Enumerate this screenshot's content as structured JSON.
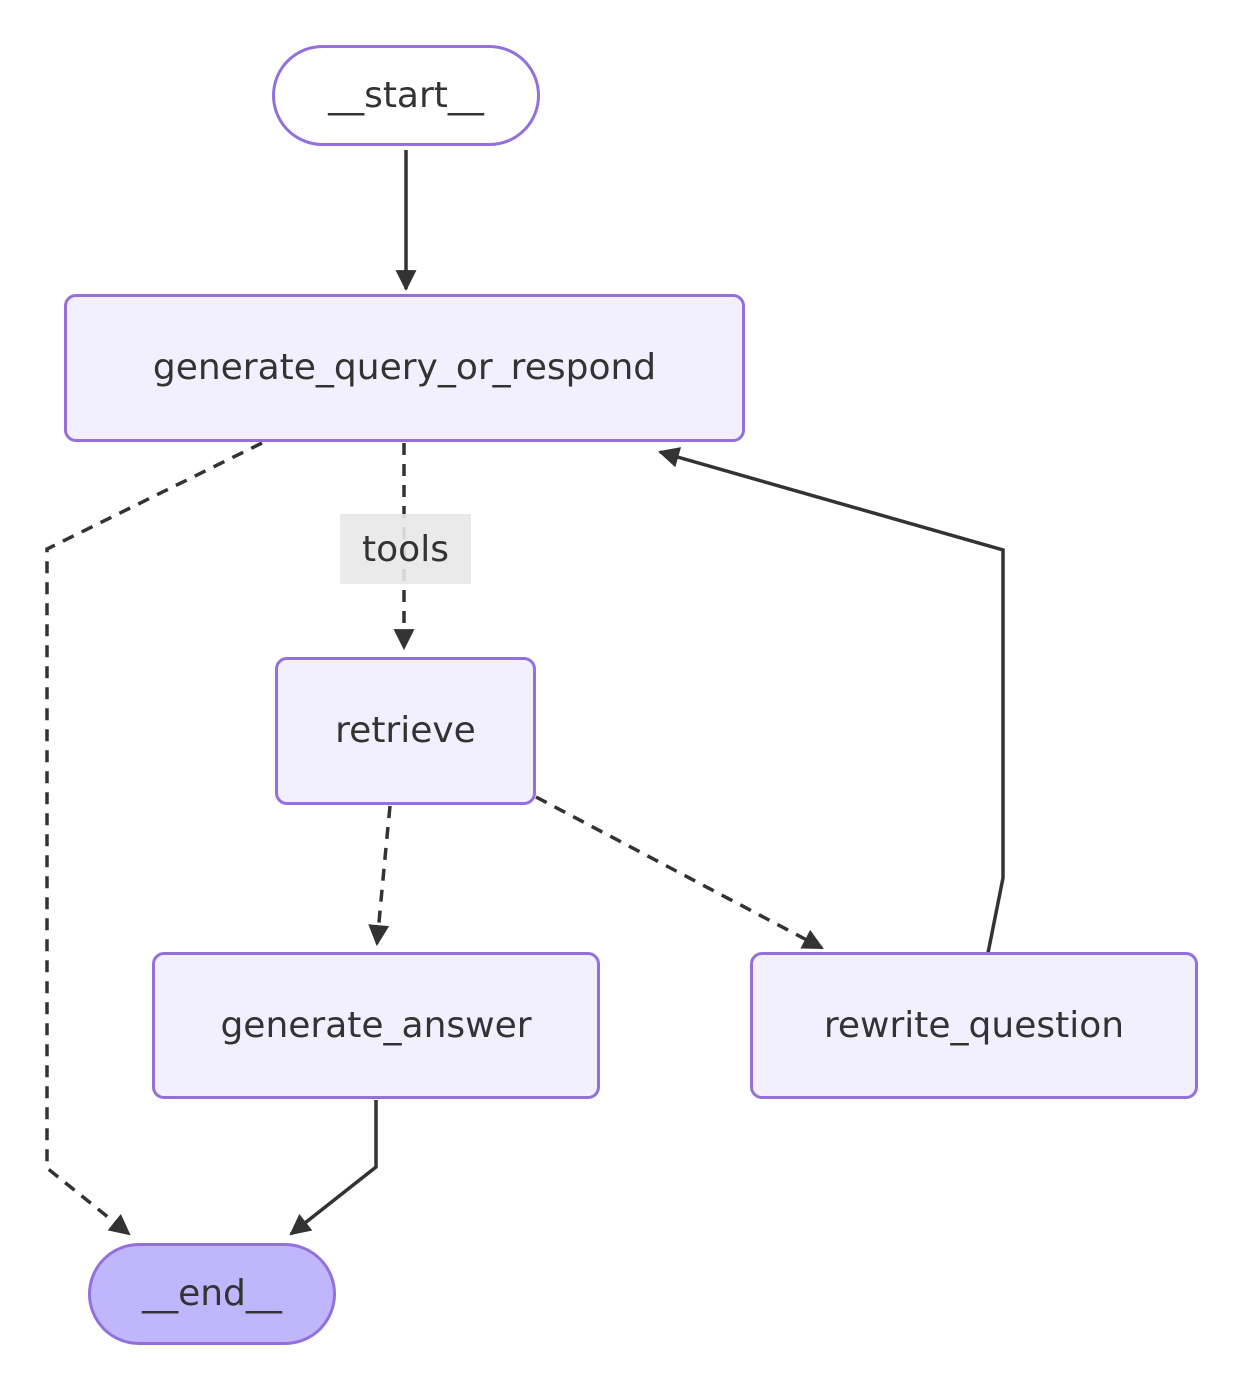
{
  "diagram": {
    "type": "flowchart",
    "direction": "top-down",
    "background": "#ffffff",
    "colors": {
      "background": "#ffffff",
      "node_fill": "#f2f0ff",
      "node_border": "#9370db",
      "start_fill": "#ffffff",
      "end_fill": "#bfb6fc",
      "text": "#333333",
      "edge": "#333333",
      "edge_label_bg": "rgba(232,232,232,0.9)"
    },
    "nodes": [
      {
        "id": "__start__",
        "label": "__start__",
        "shape": "stadium"
      },
      {
        "id": "generate_query_or_respond",
        "label": "generate_query_or_respond",
        "shape": "rect"
      },
      {
        "id": "retrieve",
        "label": "retrieve",
        "shape": "rect"
      },
      {
        "id": "generate_answer",
        "label": "generate_answer",
        "shape": "rect"
      },
      {
        "id": "rewrite_question",
        "label": "rewrite_question",
        "shape": "rect"
      },
      {
        "id": "__end__",
        "label": "__end__",
        "shape": "stadium"
      }
    ],
    "edges": [
      {
        "from": "__start__",
        "to": "generate_query_or_respond",
        "style": "solid",
        "label": ""
      },
      {
        "from": "generate_query_or_respond",
        "to": "retrieve",
        "style": "dotted",
        "label": "tools"
      },
      {
        "from": "generate_query_or_respond",
        "to": "__end__",
        "style": "dotted",
        "label": ""
      },
      {
        "from": "retrieve",
        "to": "generate_answer",
        "style": "dotted",
        "label": ""
      },
      {
        "from": "retrieve",
        "to": "rewrite_question",
        "style": "dotted",
        "label": ""
      },
      {
        "from": "rewrite_question",
        "to": "generate_query_or_respond",
        "style": "solid",
        "label": ""
      },
      {
        "from": "generate_answer",
        "to": "__end__",
        "style": "solid",
        "label": ""
      }
    ]
  }
}
